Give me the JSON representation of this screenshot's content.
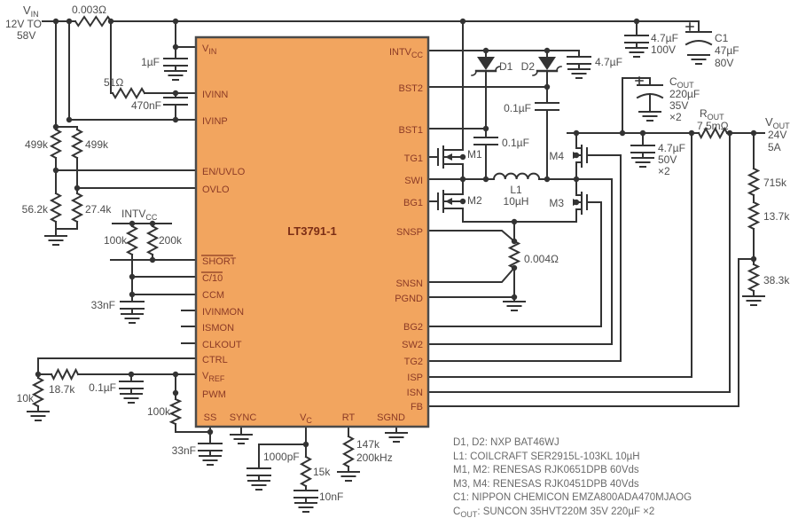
{
  "ic": {
    "name": "LT3791-1",
    "left_pins": [
      {
        "t": "V",
        "s": "IN"
      },
      {
        "t": "IVINN"
      },
      {
        "t": "IVINP"
      },
      {
        "t": "EN/UVLO"
      },
      {
        "t": "OVLO"
      },
      {
        "t": "SHORT"
      },
      {
        "t": "C/10"
      },
      {
        "t": "CCM"
      },
      {
        "t": "IVINMON"
      },
      {
        "t": "ISMON"
      },
      {
        "t": "CLKOUT"
      },
      {
        "t": "CTRL"
      },
      {
        "t": "V",
        "s": "REF"
      },
      {
        "t": "PWM"
      }
    ],
    "bottom_pins": [
      {
        "t": "SS"
      },
      {
        "t": "SYNC"
      },
      {
        "t": "V",
        "s": "C"
      },
      {
        "t": "RT"
      },
      {
        "t": "SGND"
      }
    ],
    "right_pins": [
      {
        "t": "INTV",
        "s": "CC"
      },
      {
        "t": "BST2"
      },
      {
        "t": "BST1"
      },
      {
        "t": "TG1"
      },
      {
        "t": "SWI"
      },
      {
        "t": "BG1"
      },
      {
        "t": "SNSP"
      },
      {
        "t": "SNSN"
      },
      {
        "t": "PGND"
      },
      {
        "t": "BG2"
      },
      {
        "t": "SW2"
      },
      {
        "t": "TG2"
      },
      {
        "t": "ISP"
      },
      {
        "t": "ISN"
      },
      {
        "t": "FB"
      }
    ]
  },
  "input": {
    "name": "V",
    "sub": "IN",
    "range_line1": "12V TO",
    "range_line2": "58V"
  },
  "output": {
    "name": "V",
    "sub": "OUT",
    "voltage": "24V",
    "current": "5A"
  },
  "labels": {
    "r_in_sense": "0.003Ω",
    "c_vin": "1µF",
    "r_ivin": "51Ω",
    "c_ivin": "470nF",
    "r_uvlo_a": "499k",
    "r_uvlo_b": "499k",
    "r_uvlo_bot": "56.2k",
    "r_ovlo_bot": "27.4k",
    "intvcc": "INTV",
    "intvcc_sub": "CC",
    "r_c10": "100k",
    "r_short": "200k",
    "c_ccm": "33nF",
    "r_ctrl_gnd": "10k",
    "r_vref_series": "18.7k",
    "c_vref": "0.1µF",
    "r_pwm": "100k",
    "c_ss": "33nF",
    "c_vc": "1000pF",
    "r_vc": "15k",
    "c_vc2": "10nF",
    "r_rt": "147k",
    "f_rt": "200kHz",
    "d1": "D1",
    "d2": "D2",
    "c_intvcc": "4.7µF",
    "c_bst2": "0.1µF",
    "c_bst1": "0.1µF",
    "m1": "M1",
    "m2": "M2",
    "m3": "M3",
    "m4": "M4",
    "l1": "L1",
    "l1_val": "10µH",
    "r_sns": "0.004Ω",
    "c_in_hf": "4.7µF",
    "c_in_hf_v": "100V",
    "c1": "C1",
    "c1_val": "47µF",
    "c1_v": "80V",
    "cout": "C",
    "cout_sub": "OUT",
    "cout_val": "220µF",
    "cout_v": "35V",
    "cout_x": "×2",
    "c_out_hf": "4.7µF",
    "c_out_hf_v": "50V",
    "c_out_hf_x": "×2",
    "rout": "R",
    "rout_sub": "OUT",
    "rout_val": "7.5mΩ",
    "r_fb_top": "715k",
    "r_fb_mid": "13.7k",
    "r_fb_bot": "38.3k"
  },
  "notes": {
    "d": "D1, D2: NXP BAT46WJ",
    "l": "L1: COILCRAFT SER2915L-103KL 10µH",
    "m12": "M1, M2: RENESAS RJK0651DPB 60Vds",
    "m34": "M3, M4: RENESAS RJK0451DPB 40Vds",
    "c1": "C1: NIPPON CHEMICON EMZA800ADA470MJAOG",
    "cout_pre": "C",
    "cout_sub": "OUT",
    "cout_rest": ": SUNCON 35HVT220M 35V 220µF ×2"
  }
}
